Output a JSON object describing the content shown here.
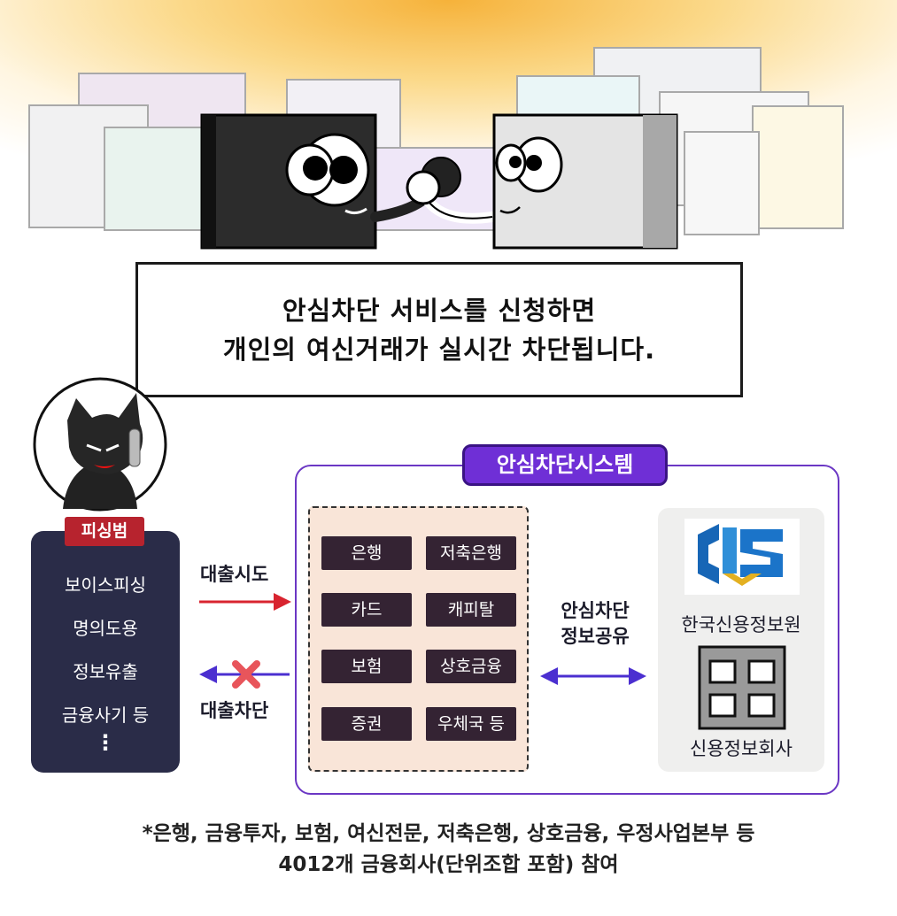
{
  "caption": {
    "line1": "안심차단 서비스를 신청하면",
    "line2": "개인의 여신거래가 실시간 차단됩니다."
  },
  "criminal": {
    "tag": "피싱범",
    "items": [
      "보이스피싱",
      "명의도용",
      "정보유출",
      "금융사기 등"
    ],
    "more": "⋮"
  },
  "arrows": {
    "attempt": "대출시도",
    "block": "대출차단",
    "share_line1": "안심차단",
    "share_line2": "정보공유"
  },
  "system": {
    "title": "안심차단시스템",
    "institutions": [
      "은행",
      "저축은행",
      "카드",
      "캐피탈",
      "보험",
      "상호금융",
      "증권",
      "우체국 등"
    ],
    "kcis_label": "한국신용정보원",
    "cb_label": "신용정보회사"
  },
  "footer": {
    "line1": "*은행, 금융투자, 보험, 여신전문, 저축은행, 상호금융, 우정사업본부 등",
    "line2": "4012개 금융회사(단위조합 포함) 참여"
  },
  "colors": {
    "attempt_arrow": "#d8242f",
    "block_arrow": "#4b2fd0",
    "block_x": "#e8555b",
    "system_accent": "#6f2fd6",
    "criminal_box": "#2a2c48",
    "criminal_tag": "#b7232e"
  }
}
